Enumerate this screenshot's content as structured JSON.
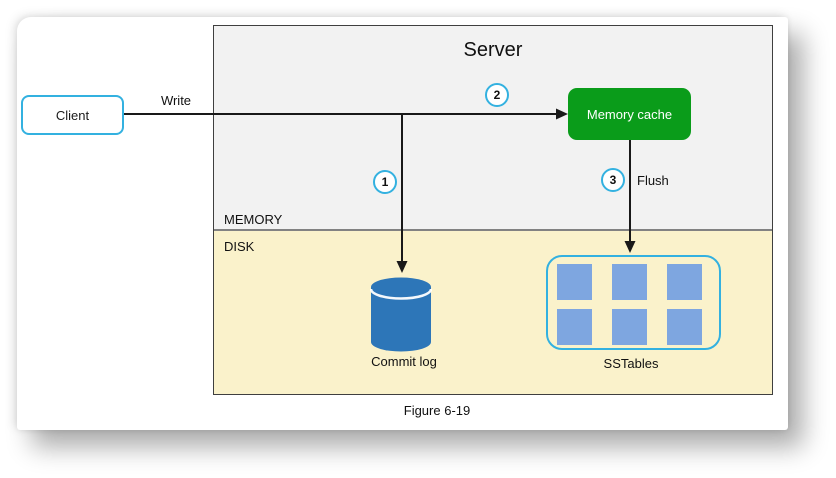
{
  "colors": {
    "accent_cyan": "#33b1e0",
    "green": "#0a9c1a",
    "cylinder_blue": "#2d76b8",
    "sstable_blue": "#7ea6e0",
    "disk_yellow": "#faf2cb",
    "memory_gray": "#f2f2f2",
    "line_black": "#191919"
  },
  "diagram": {
    "server_title": "Server",
    "memory_label": "MEMORY",
    "disk_label": "DISK",
    "client_label": "Client",
    "memory_cache_label": "Memory cache",
    "commit_log_label": "Commit log",
    "sstables_label": "SSTables",
    "write_label": "Write",
    "flush_label": "Flush",
    "steps": [
      "1",
      "2",
      "3"
    ],
    "caption": "Figure 6-19"
  }
}
